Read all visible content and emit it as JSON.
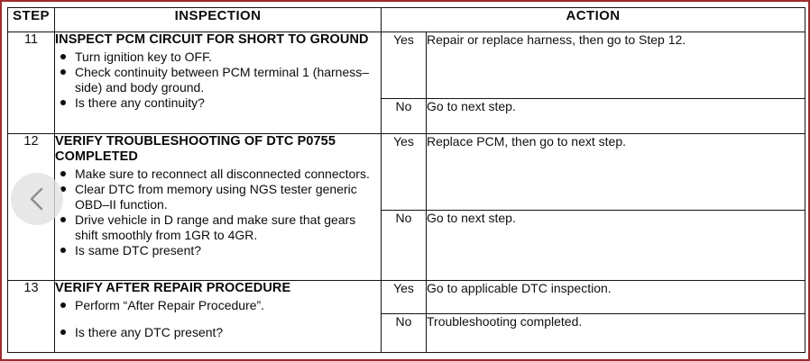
{
  "page": {
    "frame_color": "#9e2b2b",
    "background": "#ffffff"
  },
  "nav": {
    "prev_label": "Previous page",
    "prev_icon": "chevron-left-icon"
  },
  "table": {
    "headers": {
      "step": "STEP",
      "inspection": "INSPECTION",
      "action": "ACTION"
    },
    "rows": [
      {
        "step": "11",
        "title": "INSPECT PCM CIRCUIT FOR SHORT TO GROUND",
        "bullets": [
          "Turn ignition key to OFF.",
          "Check continuity between PCM terminal 1 (harness–side) and body ground.",
          "Is there any continuity?"
        ],
        "results": [
          {
            "answer": "Yes",
            "action": "Repair or replace harness, then go to Step 12."
          },
          {
            "answer": "No",
            "action": "Go to next step."
          }
        ]
      },
      {
        "step": "12",
        "title": "VERIFY TROUBLESHOOTING OF DTC P0755 COMPLETED",
        "bullets": [
          "Make sure to reconnect all disconnected connectors.",
          "Clear DTC from memory using NGS tester generic OBD–II function.",
          "Drive vehicle in D range and make sure that gears shift smoothly from 1GR to 4GR.",
          "Is same DTC present?"
        ],
        "results": [
          {
            "answer": "Yes",
            "action": "Replace PCM, then go to next step."
          },
          {
            "answer": "No",
            "action": "Go to next step."
          }
        ]
      },
      {
        "step": "13",
        "title": "VERIFY AFTER REPAIR PROCEDURE",
        "bullets": [
          "Perform “After Repair Procedure”.",
          "Is there any DTC present?"
        ],
        "results": [
          {
            "answer": "Yes",
            "action": "Go to applicable DTC inspection."
          },
          {
            "answer": "No",
            "action": "Troubleshooting completed."
          }
        ]
      }
    ]
  }
}
